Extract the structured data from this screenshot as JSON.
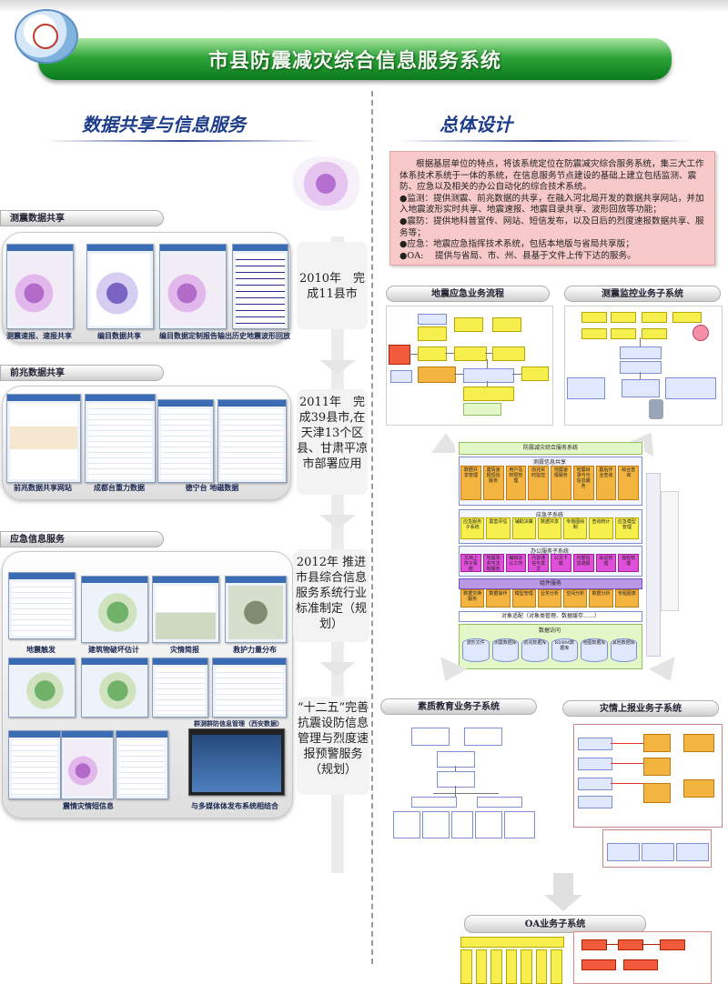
{
  "header": {
    "title": "市县防震减灾综合信息服务系统"
  },
  "left": {
    "title": "数据共享与信息服务",
    "sections": [
      {
        "label": "测震数据共享",
        "captions": [
          "测震速报、速报共享",
          "编目数据共享",
          "编目数据定制报告输出",
          "历史地震波形回放"
        ]
      },
      {
        "label": "前兆数据共享",
        "captions": [
          "前兆数据共享网站",
          "成都台重力数据",
          "德宁台 地磁数据"
        ]
      },
      {
        "label": "应急信息服务",
        "captions": [
          "地震触发",
          "建筑物破坏估计",
          "灾情简报",
          "救护力量分布",
          "群测群防信息管理（西安数据）",
          "震情灾情短信息",
          "与多媒体体发布系统相结合"
        ]
      }
    ]
  },
  "timeline": [
    {
      "text": "2010年　完成11县市"
    },
    {
      "text": "2011年　完成39县市,在天津13个区县、甘肃平凉市部署应用"
    },
    {
      "text": "2012年 推进市县综合信息服务系统行业标准制定（规划）"
    },
    {
      "text": "“十二五”完善抗震设防信息管理与烈度速报预警服务（规划）"
    }
  ],
  "right": {
    "title": "总体设计",
    "intro": {
      "para": "根据基层单位的特点，将该系统定位在防震减灾综合服务系统，集三大工作体系技术系统于一体的系统，在信息服务节点建设的基础上建立包括监测、震防、应急以及相关的办公自动化的综合技术系统。",
      "bullets": [
        "●监测：提供测震、前兆数据的共享，在融入河北局开发的数据共享网站，并加入地震波形实时共享、地震速报、地震目录共享、波形回放等功能；",
        "●震防：提供地科普宣传、网站、短信发布，以及日后的烈度速报数据共享、服务等；",
        "●应急：地震应急指挥技术系统，包括本地版与省局共享版；",
        "●OA:　 提供与省局、市、州、县基于文件上传下达的服务。"
      ]
    },
    "subsystems": {
      "emergency_flow": "地震应急业务流程",
      "monitoring": "测震监控业务子系统",
      "education": "素质教育业务子系统",
      "disaster_report": "灾情上报业务子系统",
      "oa": "OA业务子系统"
    },
    "architecture": {
      "top": "防震减灾综合服务系统",
      "row_label_1": "测震信息共享",
      "row1": [
        "数据共享管理",
        "震情速报短信服务",
        "用户及权限管理",
        "前兆实时监控",
        "地震速报服务",
        "地震目录与与信息服务",
        "震后作业查询",
        "综合查询"
      ],
      "row_label_2": "应急子系统",
      "row2": [
        "应急服务子系统",
        "震害评估",
        "辅助决策",
        "数据共享",
        "专题图绘制",
        "查询统计",
        "应急模型管理"
      ],
      "row_label_3": "办公服务子系统",
      "row3": [
        "文档上传子系统",
        "地震政务与法制服务",
        "编辑办公工作",
        "内容通信与发文",
        "公文下载",
        "内部信息通报",
        "会议管理",
        "值班管理"
      ],
      "row_label_4": "组件服务",
      "row4": [
        "数据交换服务",
        "数据操作",
        "模型管理",
        "业务分析",
        "空间分析",
        "数据分析",
        "专题图表"
      ],
      "row_label_5": "对象适配（对象类管理、数据缓存……）",
      "row_label_6": "数据访问",
      "row6": [
        "波形文件",
        "测震数据库",
        "前兆数据库",
        "RDBM数据库",
        "地图数据库",
        "其他数据库"
      ]
    }
  }
}
